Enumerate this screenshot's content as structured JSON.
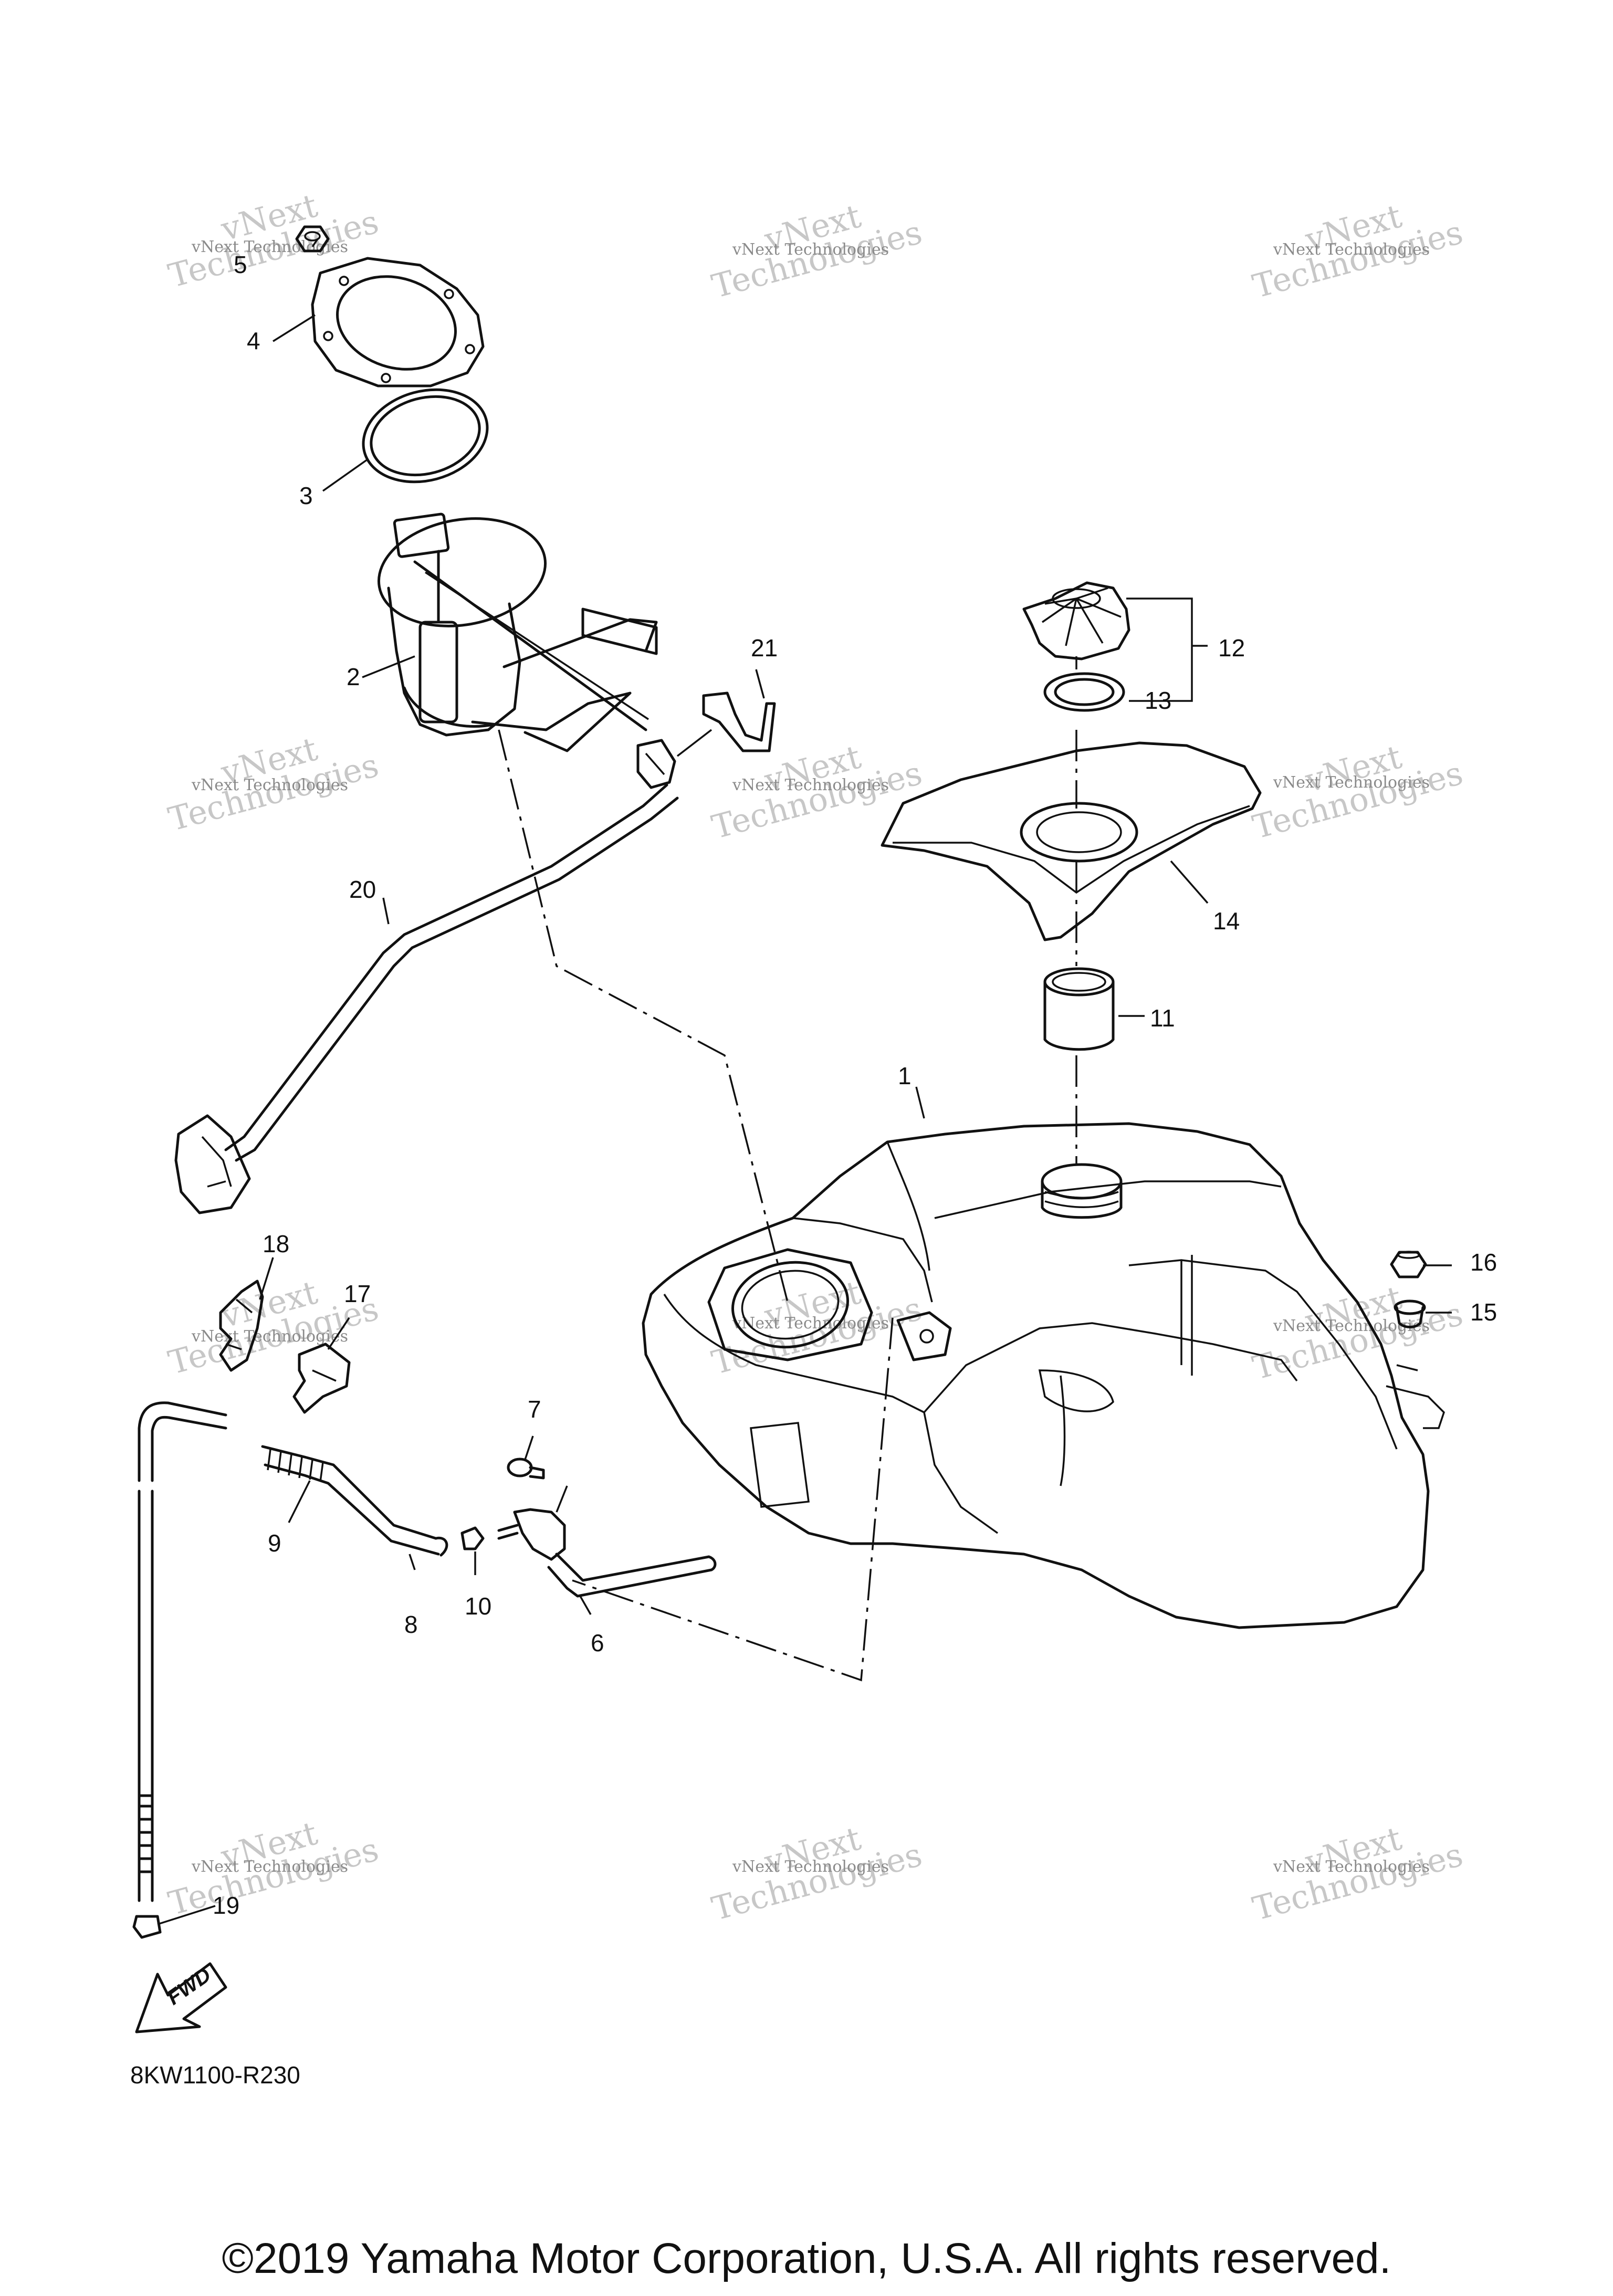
{
  "diagram_code": "8KW1100-R230",
  "copyright": "©2019 Yamaha Motor Corporation, U.S.A. All rights reserved.",
  "fwd_label": "FWD",
  "watermark": {
    "line1": "vNext Technologies",
    "line2": "vNext",
    "line3": "Technologies"
  },
  "callouts": {
    "n1": "1",
    "n2": "2",
    "n3": "3",
    "n4": "4",
    "n5": "5",
    "n6": "6",
    "n7": "7",
    "n8": "8",
    "n9": "9",
    "n10": "10",
    "n11": "11",
    "n12": "12",
    "n13": "13",
    "n14": "14",
    "n15": "15",
    "n16": "16",
    "n17": "17",
    "n18": "18",
    "n19": "19",
    "n20": "20",
    "n21": "21"
  }
}
